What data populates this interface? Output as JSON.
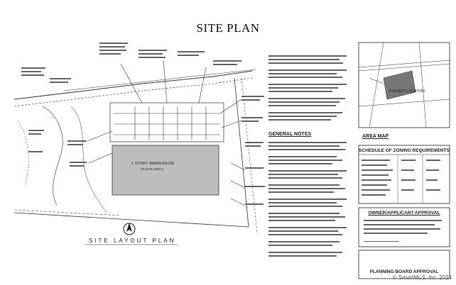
{
  "page": {
    "title": "SITE PLAN"
  },
  "drawing": {
    "building_label": "1 STORY WAREHOUSE",
    "building_sublabel": "(FLOOR AREA)",
    "plan_title": "SITE LAYOUT PLAN",
    "general_notes_title": "GENERAL NOTES",
    "area_map_title": "AREA MAP",
    "zoning_title": "SCHEDULE OF ZONING REQUIREMENTS",
    "owner_title": "OWNER/APPLICANT APPROVAL",
    "planning_title": "PLANNING BOARD APPROVAL",
    "project_location_label": "PROJECT LOCATION"
  },
  "footer": {
    "copyright": "© SmartMLS, Inc.  2024"
  }
}
